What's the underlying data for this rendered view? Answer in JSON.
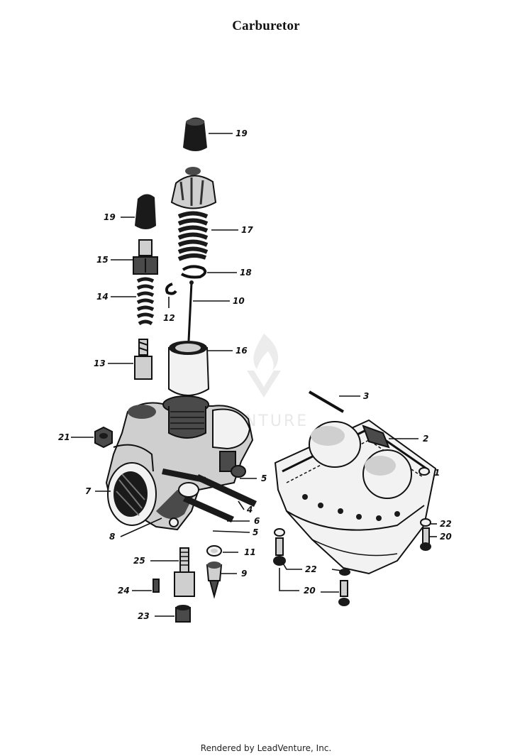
{
  "title": "Carburetor",
  "footer": "Rendered by LeadVenture, Inc.",
  "watermark": "VENTURE",
  "callouts": {
    "c19a": "19",
    "c19b": "19",
    "c17": "17",
    "c15": "15",
    "c18a": "18",
    "c14": "14",
    "c12": "12",
    "c10": "10",
    "c16": "16",
    "c13": "13",
    "c3": "3",
    "c2": "2",
    "c1": "1",
    "c21": "21",
    "c7": "7",
    "c5a": "5",
    "c4": "4",
    "c6": "6",
    "c5b": "5",
    "c8": "8",
    "c22a": "22",
    "c20a": "20",
    "c11": "11",
    "c25": "25",
    "c9": "9",
    "c22b": "22",
    "c24": "24",
    "c20b": "20",
    "c23": "23"
  }
}
